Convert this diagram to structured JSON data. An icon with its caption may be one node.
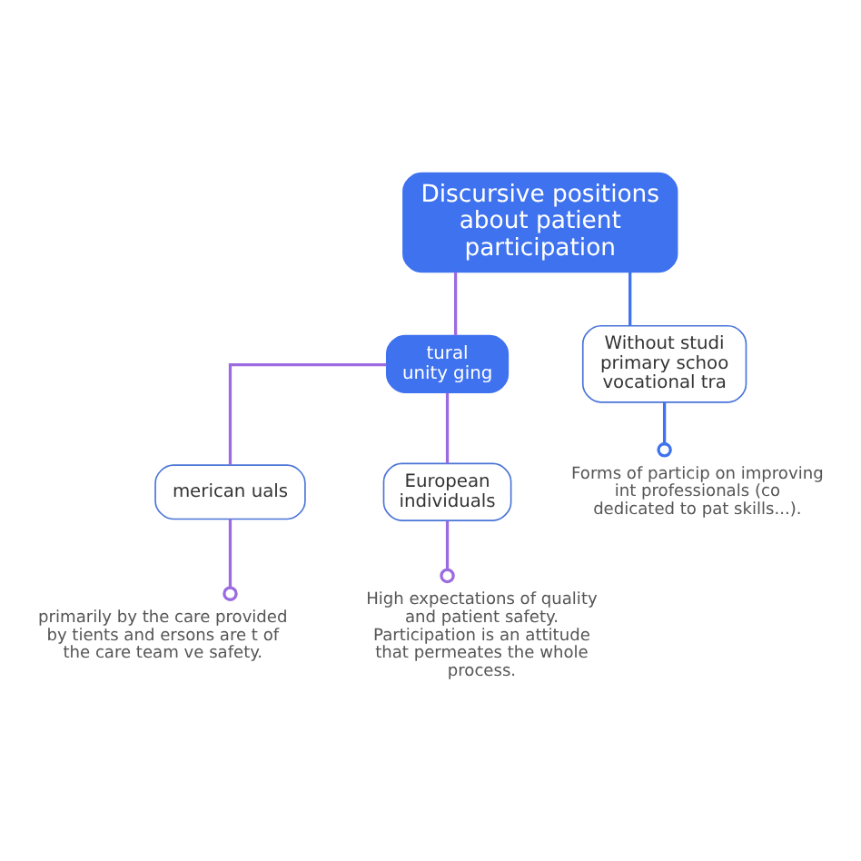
{
  "diagram": {
    "nodes": [
      {
        "text": [
          "Discursive positions about patient participation"
        ]
      },
      {
        "text": [
          "tural unity ging"
        ]
      },
      {
        "text": [
          "merican uals"
        ]
      },
      {
        "text": [
          "European individuals"
        ]
      },
      {
        "text": [
          "Without studi primary schoo vocational tra"
        ]
      },
      {
        "text": [
          "primarily by the care provided by tients and ersons are t of the care team ve safety."
        ]
      },
      {
        "text": [
          "High expectations of quality and patient safety. Participation is an attitude that permeates the whole process."
        ]
      },
      {
        "text": [
          "Forms of particip on improving int professionals (co dedicated to pat skills...)."
        ]
      }
    ],
    "edges": [
      {
        "from": 0,
        "to": 1,
        "arrow": "none"
      },
      {
        "from": 1,
        "to": 2,
        "arrow": "none"
      },
      {
        "from": 1,
        "to": 3,
        "arrow": "none"
      },
      {
        "from": 0,
        "to": 4,
        "arrow": "none",
        "color": "#3f72ef"
      },
      {
        "from": 2,
        "to": 5,
        "arrow": "other"
      },
      {
        "from": 3,
        "to": 6,
        "arrow": "other"
      },
      {
        "from": 4,
        "to": 7,
        "arrow": "other",
        "color": "#3f72ef"
      }
    ]
  }
}
